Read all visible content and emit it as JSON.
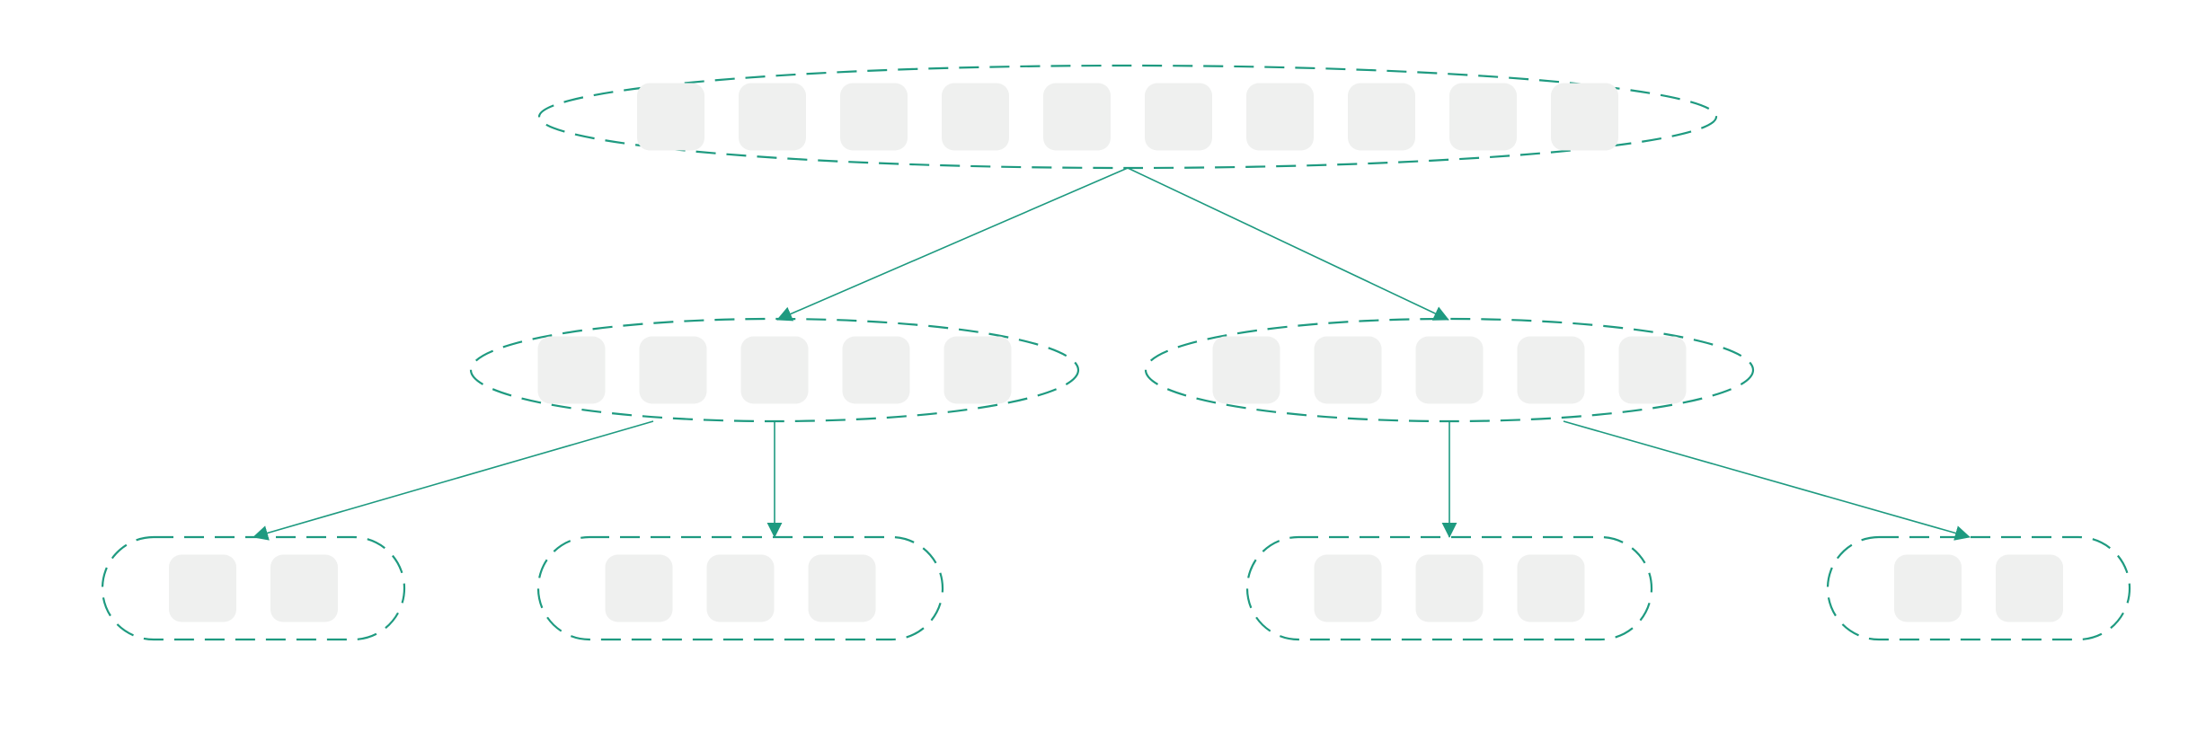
{
  "diagram": {
    "type": "tree",
    "description_visible_text": "",
    "colors": {
      "accent": "#1e9a80",
      "cell_fill": "#eff0ef",
      "background": "#ffffff"
    },
    "nodes": [
      {
        "id": "root",
        "level": 0,
        "cells": 10,
        "shape": "dashed-ellipse"
      },
      {
        "id": "left",
        "level": 1,
        "cells": 5,
        "shape": "dashed-ellipse"
      },
      {
        "id": "right",
        "level": 1,
        "cells": 5,
        "shape": "dashed-ellipse"
      },
      {
        "id": "left-left",
        "level": 2,
        "cells": 2,
        "shape": "dashed-stadium"
      },
      {
        "id": "left-right",
        "level": 2,
        "cells": 3,
        "shape": "dashed-stadium"
      },
      {
        "id": "right-left",
        "level": 2,
        "cells": 3,
        "shape": "dashed-stadium"
      },
      {
        "id": "right-right",
        "level": 2,
        "cells": 2,
        "shape": "dashed-stadium"
      }
    ],
    "edges": [
      {
        "from": "root",
        "to": "left",
        "arrow": "filled-triangle"
      },
      {
        "from": "root",
        "to": "right",
        "arrow": "filled-triangle"
      },
      {
        "from": "left",
        "to": "left-left",
        "arrow": "filled-triangle"
      },
      {
        "from": "left",
        "to": "left-right",
        "arrow": "filled-triangle"
      },
      {
        "from": "right",
        "to": "right-left",
        "arrow": "filled-triangle"
      },
      {
        "from": "right",
        "to": "right-right",
        "arrow": "filled-triangle"
      }
    ]
  }
}
